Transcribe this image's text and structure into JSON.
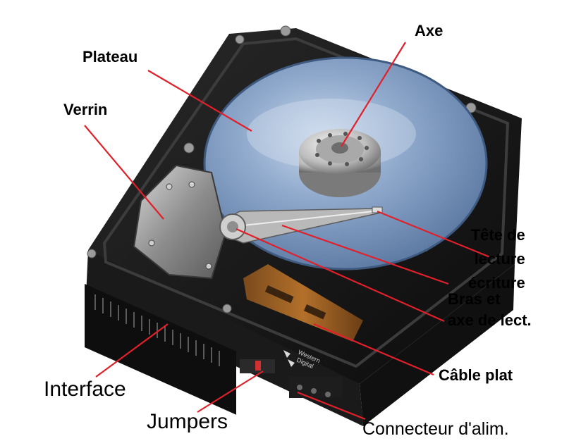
{
  "labels": {
    "axe": "Axe",
    "plateau": "Plateau",
    "verrin": "Verrin",
    "tete_line1": "Tête de",
    "tete_line2": "lecture",
    "tete_line3": "écriture",
    "bras_line1": "Bras et",
    "bras_line2": "axe de lect.",
    "cable": "Câble plat",
    "interface": "Interface",
    "jumpers": "Jumpers",
    "connecteur": "Connecteur d'alim."
  },
  "drive_logo": {
    "line1": "Western",
    "line2": "Digital"
  },
  "colors": {
    "leader_line": "#e0202a",
    "label_text": "#000000",
    "background": "#ffffff"
  }
}
